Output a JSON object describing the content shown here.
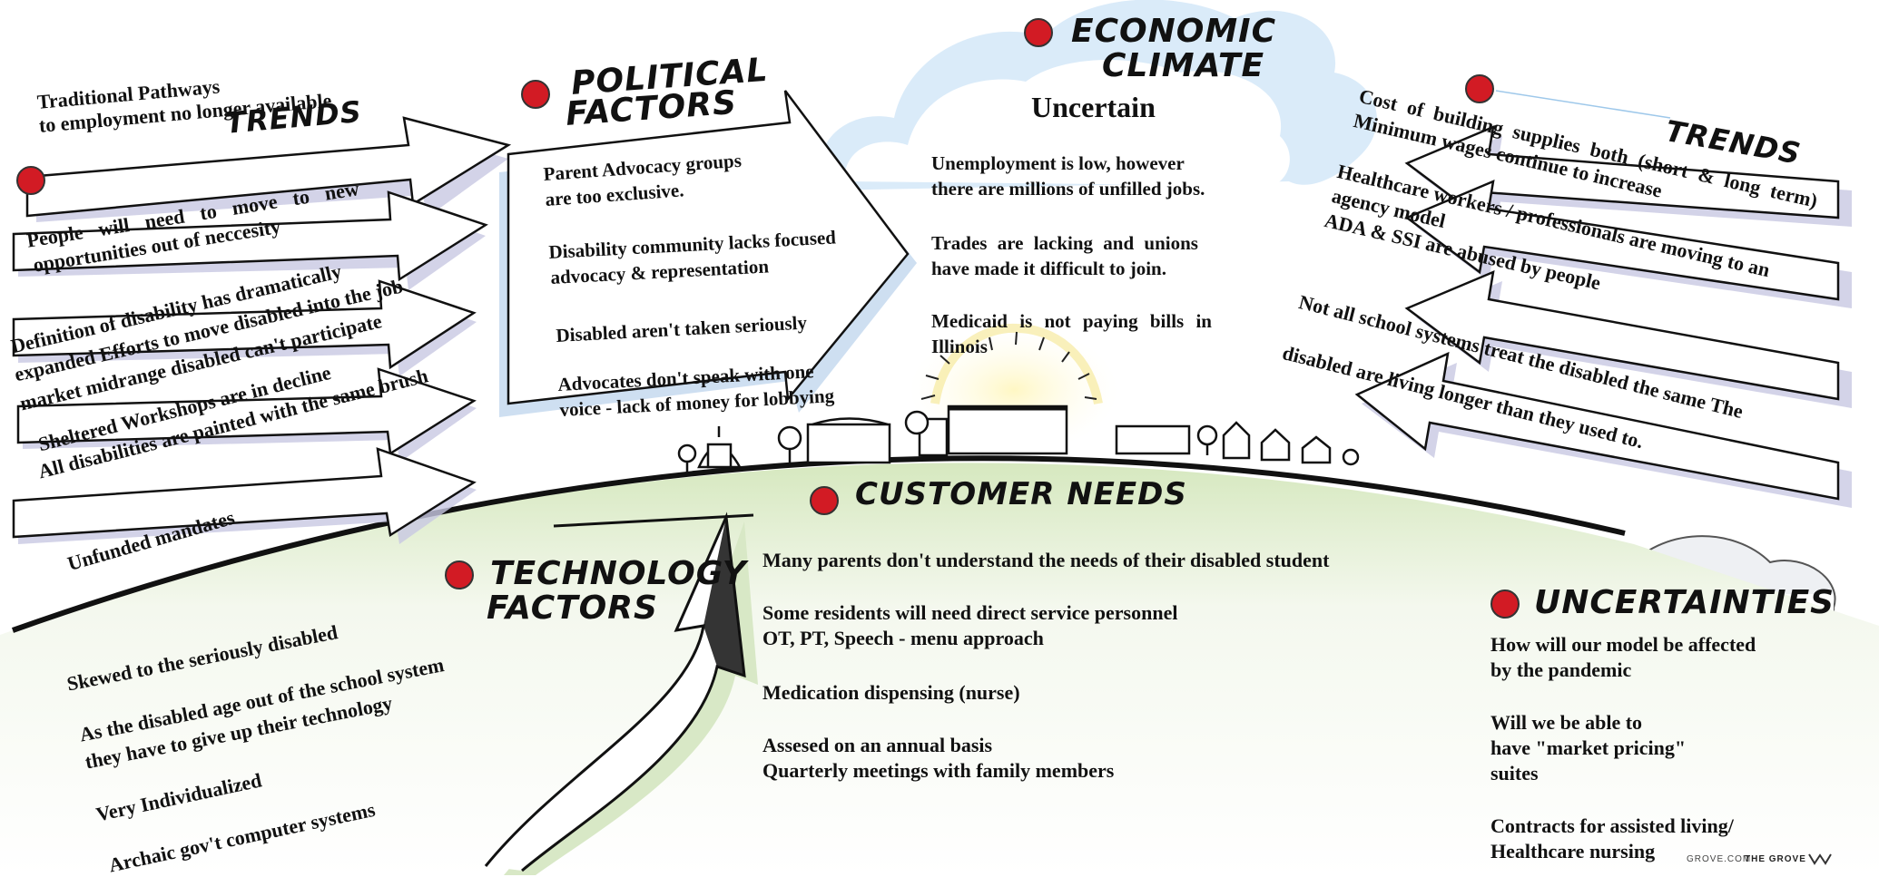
{
  "colors": {
    "red_dot": "#d21b24",
    "sky_blue": "#cfe6f7",
    "hill_green": "#e3efd2",
    "sun_yellow": "#fff2a6",
    "arrow_shadow": "#c9c9e3",
    "cloud_gray": "#eceff3"
  },
  "trends_left": {
    "title": "TRENDS",
    "intro": [
      "Traditional Pathways",
      "to employment no longer available"
    ],
    "arrows": [
      [
        "People will need to move to new",
        "opportunities out of neccesity"
      ],
      [
        "Definition of disability has dramatically",
        "expanded Efforts to move disabled into the job",
        "market midrange disabled can't participate"
      ],
      [
        "Sheltered Workshops are in decline",
        "All disabilities are painted with the same brush"
      ],
      [
        "Unfunded mandates"
      ]
    ]
  },
  "political": {
    "title_line1": "POLITICAL",
    "title_line2": "FACTORS",
    "items": [
      [
        "Parent Advocacy groups",
        "are too exclusive."
      ],
      [
        "Disability community lacks focused",
        "advocacy & representation"
      ],
      [
        "Disabled aren't taken seriously"
      ],
      [
        "Advocates don't speak with one",
        "voice - lack of money for lobbying"
      ]
    ]
  },
  "economic": {
    "title_line1": "ECONOMIC",
    "title_line2": "CLIMATE",
    "subtitle": "Uncertain",
    "items": [
      [
        "Unemployment is low, however",
        "there are millions of unfilled  jobs."
      ],
      [
        "Trades are lacking and unions",
        "have made it difficult to join."
      ],
      [
        "Medicaid is not paying bills in",
        "Illinois"
      ]
    ]
  },
  "trends_right": {
    "title": "TRENDS",
    "lines": [
      "Cost of building supplies both (short & long term)",
      "Minimum wages continue to increase",
      "Healthcare workers / professionals are moving to an",
      "agency model",
      "ADA & SSI are abused by people",
      "Not all school systems treat the disabled the same The",
      "disabled are living longer than they used to."
    ]
  },
  "customer_needs": {
    "title": "CUSTOMER NEEDS",
    "items": [
      [
        "Many parents don't understand the needs of their disabled student"
      ],
      [
        "Some residents will need direct service personnel",
        "OT, PT, Speech - menu approach"
      ],
      [
        "Medication dispensing (nurse)"
      ],
      [
        "Assesed on an annual basis",
        "Quarterly meetings with family members"
      ]
    ]
  },
  "technology": {
    "title_line1": "TECHNOLOGY",
    "title_line2": "FACTORS",
    "items": [
      [
        "Skewed to the seriously disabled"
      ],
      [
        "As the disabled age out of the school system",
        "they have to give up their technology"
      ],
      [
        "Very Individualized"
      ],
      [
        "Archaic gov't computer systems"
      ]
    ]
  },
  "uncertainties": {
    "title": "UNCERTAINTIES",
    "items": [
      [
        "How will our model be affected",
        "by the pandemic"
      ],
      [
        "Will we be able to",
        "have \"market pricing\"",
        "suites"
      ],
      [
        "Contracts for assisted living/",
        "Healthcare nursing"
      ]
    ]
  },
  "credit": {
    "left": "GROVE.COM",
    "right": "THE GROVE"
  }
}
